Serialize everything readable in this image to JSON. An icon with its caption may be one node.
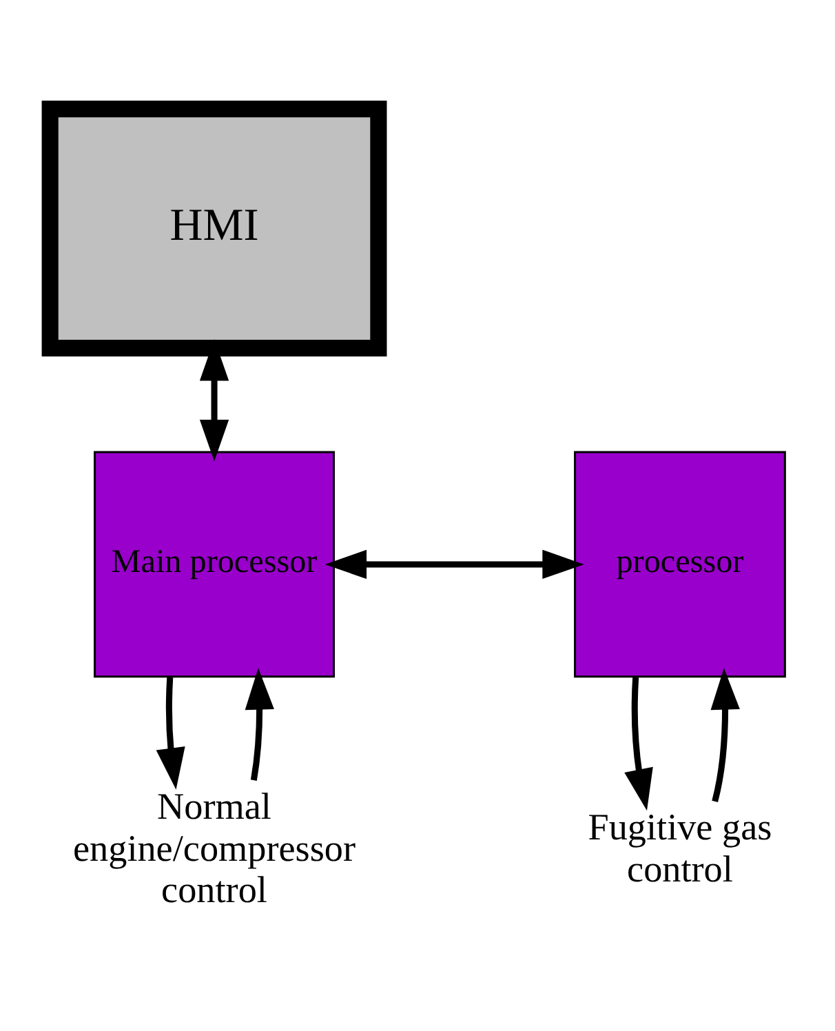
{
  "diagram": {
    "nodes": [
      {
        "text": [
          "HMI"
        ]
      },
      {
        "text": [
          "Main processor"
        ]
      },
      {
        "text": [
          "processor"
        ]
      },
      {
        "text": [
          "Normal engine/compressor control"
        ]
      },
      {
        "text": [
          "Fugitive gas control"
        ]
      }
    ],
    "edges": [
      {
        "from": 0,
        "to": 1,
        "arrow": "both"
      },
      {
        "from": 1,
        "to": 2,
        "arrow": "both"
      },
      {
        "from": 1,
        "to": 3,
        "arrow": "to"
      },
      {
        "from": 3,
        "to": 1,
        "arrow": "to"
      },
      {
        "from": 2,
        "to": 4,
        "arrow": "to"
      },
      {
        "from": 4,
        "to": 2,
        "arrow": "to"
      }
    ]
  }
}
